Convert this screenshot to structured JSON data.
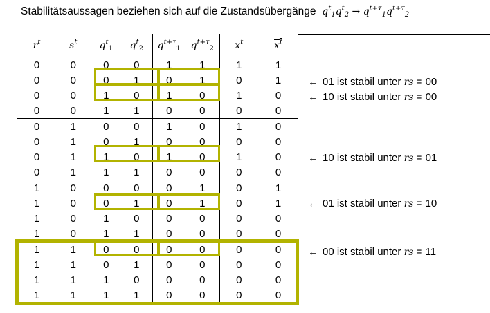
{
  "title": {
    "text": "Stabilitätsaussagen beziehen sich auf die Zustandsübergänge"
  },
  "table": {
    "headers": [
      {
        "base": "r",
        "sub": "",
        "sup": "t",
        "bar": false
      },
      {
        "base": "s",
        "sub": "",
        "sup": "t",
        "bar": false
      },
      {
        "base": "q",
        "sub": "1",
        "sup": "t",
        "bar": false
      },
      {
        "base": "q",
        "sub": "2",
        "sup": "t",
        "bar": false
      },
      {
        "base": "q",
        "sub": "1",
        "sup": "t+τ",
        "bar": false
      },
      {
        "base": "q",
        "sub": "2",
        "sup": "t+τ",
        "bar": false
      },
      {
        "base": "x",
        "sub": "",
        "sup": "t",
        "bar": false
      },
      {
        "base": "x",
        "sub": "",
        "sup": "t",
        "bar": true
      }
    ],
    "rows": [
      [
        "0",
        "0",
        "0",
        "0",
        "1",
        "1",
        "1",
        "1"
      ],
      [
        "0",
        "0",
        "0",
        "1",
        "0",
        "1",
        "0",
        "1"
      ],
      [
        "0",
        "0",
        "1",
        "0",
        "1",
        "0",
        "1",
        "0"
      ],
      [
        "0",
        "0",
        "1",
        "1",
        "0",
        "0",
        "0",
        "0"
      ],
      [
        "0",
        "1",
        "0",
        "0",
        "1",
        "0",
        "1",
        "0"
      ],
      [
        "0",
        "1",
        "0",
        "1",
        "0",
        "0",
        "0",
        "0"
      ],
      [
        "0",
        "1",
        "1",
        "0",
        "1",
        "0",
        "1",
        "0"
      ],
      [
        "0",
        "1",
        "1",
        "1",
        "0",
        "0",
        "0",
        "0"
      ],
      [
        "1",
        "0",
        "0",
        "0",
        "0",
        "1",
        "0",
        "1"
      ],
      [
        "1",
        "0",
        "0",
        "1",
        "0",
        "1",
        "0",
        "1"
      ],
      [
        "1",
        "0",
        "1",
        "0",
        "0",
        "0",
        "0",
        "0"
      ],
      [
        "1",
        "0",
        "1",
        "1",
        "0",
        "0",
        "0",
        "0"
      ],
      [
        "1",
        "1",
        "0",
        "0",
        "0",
        "0",
        "0",
        "0"
      ],
      [
        "1",
        "1",
        "0",
        "1",
        "0",
        "0",
        "0",
        "0"
      ],
      [
        "1",
        "1",
        "1",
        "0",
        "0",
        "0",
        "0",
        "0"
      ],
      [
        "1",
        "1",
        "1",
        "1",
        "0",
        "0",
        "0",
        "0"
      ]
    ]
  },
  "annotations": [
    {
      "row": 1,
      "arrow": "←",
      "text": "01 ist stabil unter",
      "var": "rs",
      "value": "= 00"
    },
    {
      "row": 2,
      "arrow": "←",
      "text": "10 ist stabil unter",
      "var": "rs",
      "value": "= 00"
    },
    {
      "row": 6,
      "arrow": "←",
      "text": "10 ist stabil unter",
      "var": "rs",
      "value": "= 01"
    },
    {
      "row": 9,
      "arrow": "←",
      "text": "01 ist stabil unter",
      "var": "rs",
      "value": "= 10"
    },
    {
      "row": 12,
      "arrow": "←",
      "text": "00 ist stabil unter",
      "var": "rs",
      "value": "= 11"
    }
  ],
  "highlight_color": "#b2b300"
}
